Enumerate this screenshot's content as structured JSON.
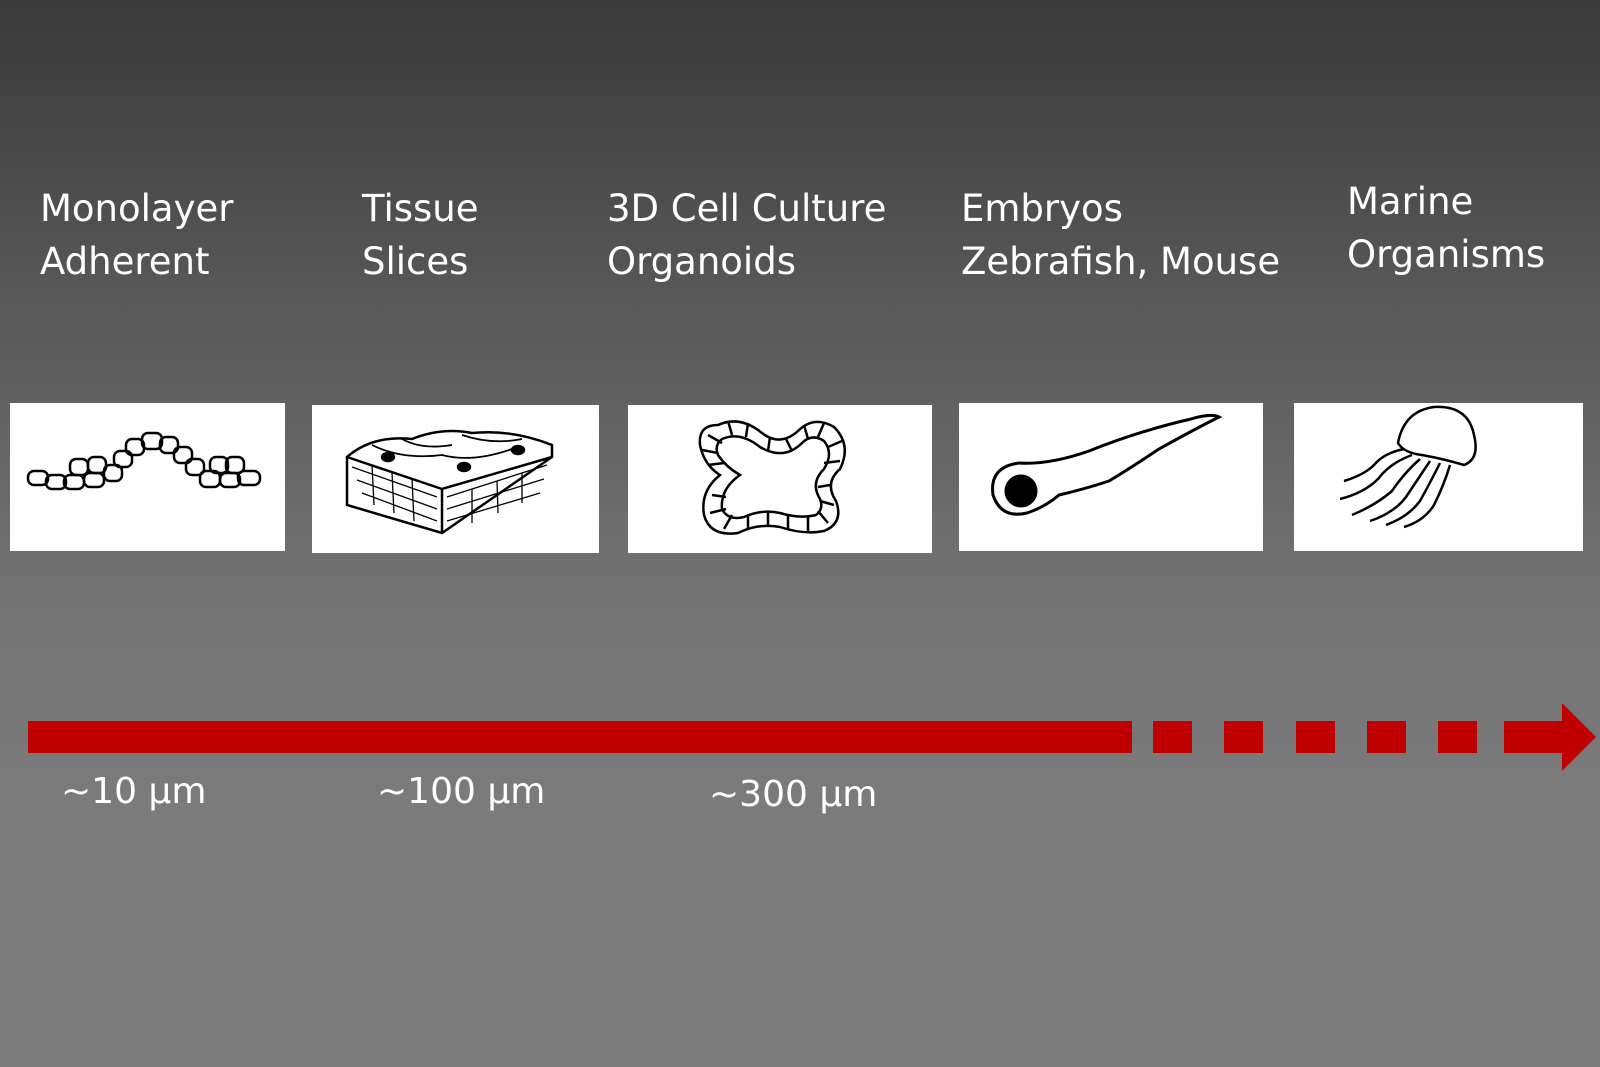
{
  "categories": [
    {
      "line1": "Monolayer",
      "line2": "Adherent",
      "icon": "cell-monolayer-icon"
    },
    {
      "line1": "Tissue",
      "line2": "Slices",
      "icon": "tissue-slice-icon"
    },
    {
      "line1": "3D Cell Culture",
      "line2": "Organoids",
      "icon": "organoid-icon"
    },
    {
      "line1": "Embryos",
      "line2": "Zebrafish, Mouse",
      "icon": "zebrafish-embryo-icon"
    },
    {
      "line1": "Marine",
      "line2": "Organisms",
      "icon": "jellyfish-icon"
    }
  ],
  "scale_labels": [
    "~10 µm",
    "~100 µm",
    "~300 µm"
  ],
  "colors": {
    "arrow": "#c00000",
    "box": "#ffffff",
    "text": "#ffffff"
  }
}
